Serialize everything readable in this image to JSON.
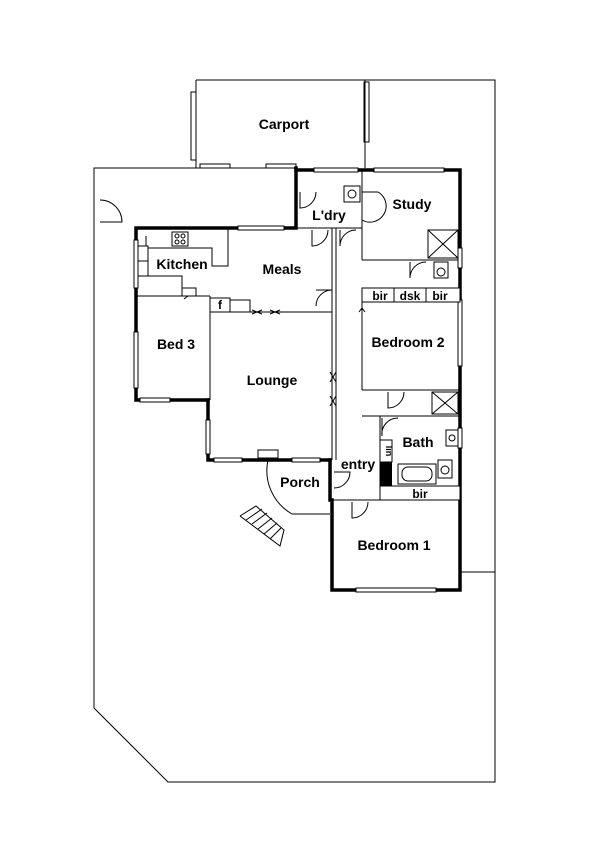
{
  "rooms": {
    "carport": "Carport",
    "study": "Study",
    "laundry": "L'dry",
    "kitchen": "Kitchen",
    "meals": "Meals",
    "bed3": "Bed 3",
    "lounge": "Lounge",
    "bedroom2": "Bedroom 2",
    "bath": "Bath",
    "entry": "entry",
    "porch": "Porch",
    "bedroom1": "Bedroom 1"
  },
  "fixtures": {
    "bir_left": "bir",
    "desk": "dsk",
    "bir_right": "bir",
    "bir_bed1": "bir",
    "fridge": "f",
    "linen": "lin"
  }
}
